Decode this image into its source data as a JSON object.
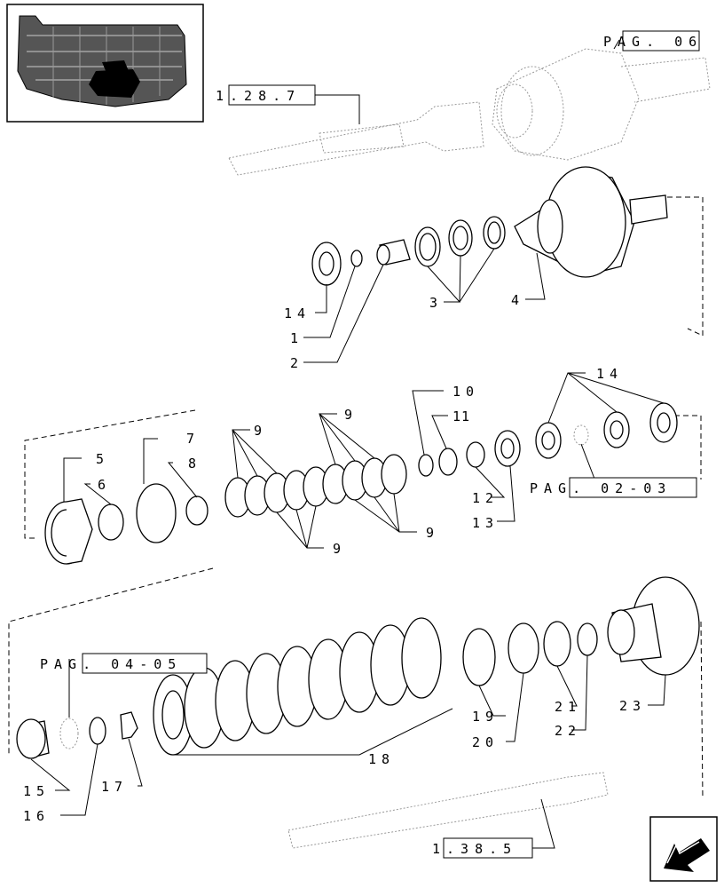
{
  "diagram": {
    "item_labels": {
      "n1": "1",
      "n2": "2",
      "n3": "3",
      "n4": "4",
      "n5": "5",
      "n6": "6",
      "n7": "7",
      "n8": "8",
      "n9a": "9",
      "n9b": "9",
      "n9c": "9",
      "n9d": "9",
      "n10": "10",
      "n11": "11",
      "n12": "12",
      "n13": "13",
      "n14a": "14",
      "n14b": "14",
      "n15": "15",
      "n16": "16",
      "n17": "17",
      "n18": "18",
      "n19": "19",
      "n20": "20",
      "n21": "21",
      "n22": "22",
      "n23": "23"
    },
    "references": {
      "ref_top": "1.28.7",
      "ref_pag06": "PAG. 06",
      "ref_pag0203": "PAG. 02-03",
      "ref_pag0405": "PAG. 04-05",
      "ref_bottom": "1.38.5"
    }
  },
  "icons": {
    "thumbnail": "transmission-thumbnail-icon",
    "nav": "arrow-back-icon"
  }
}
